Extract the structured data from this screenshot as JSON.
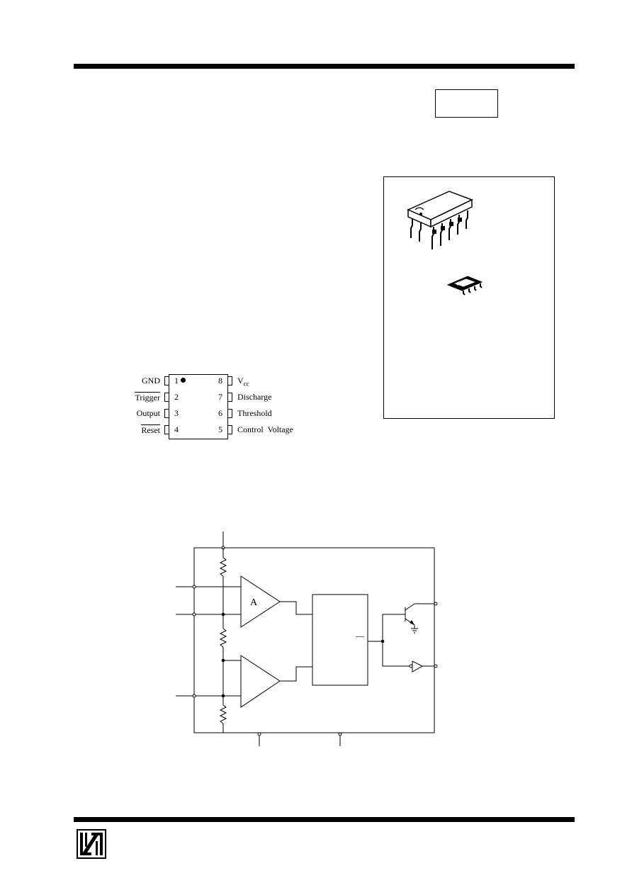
{
  "pinout": {
    "left_pins": [
      {
        "label": "GND",
        "number": "1",
        "overline": false
      },
      {
        "label": "Trigger",
        "number": "2",
        "overline": true
      },
      {
        "label": "Output",
        "number": "3",
        "overline": false
      },
      {
        "label": "Reset",
        "number": "4",
        "overline": true
      }
    ],
    "right_pins": [
      {
        "number": "8",
        "label": "V",
        "sub": "cc"
      },
      {
        "number": "7",
        "label": "Discharge",
        "sub": ""
      },
      {
        "number": "6",
        "label": "Threshold",
        "sub": ""
      },
      {
        "number": "5",
        "label": "Control  Voltage",
        "sub": ""
      }
    ]
  },
  "block_diagram": {
    "comparator_a_label": "A",
    "flipflop_qbar_label": "—"
  },
  "colors": {
    "ink": "#000000",
    "paper": "#ffffff"
  },
  "icons": {
    "dip_package": "dip8-package-icon",
    "soic_package": "soic8-package-icon",
    "logo": "company-logo-icon"
  }
}
